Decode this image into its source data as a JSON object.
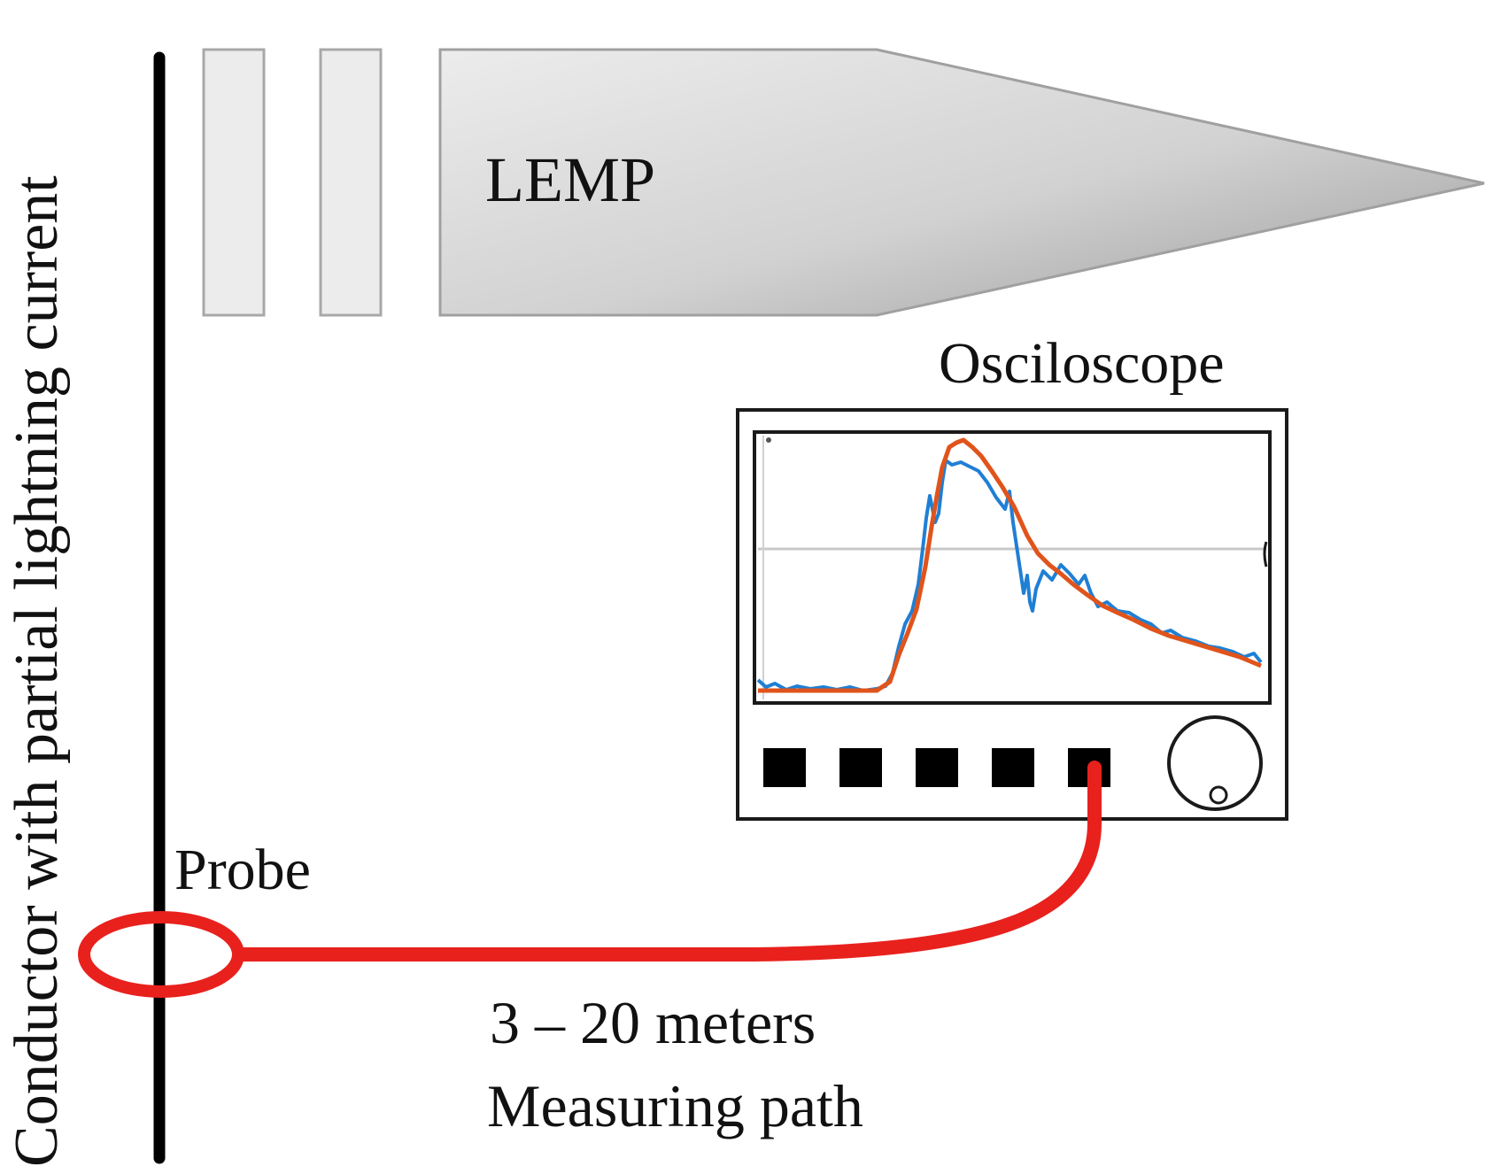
{
  "labels": {
    "conductor": "Conductor with partial lightning current",
    "lemp": "LEMP",
    "oscilloscope": "Osciloscope",
    "probe": "Probe",
    "distance": "3 – 20 meters",
    "path": "Measuring path"
  },
  "colors": {
    "conductor": "#000000",
    "cable": "#e8211d",
    "trace_measured": "#1f7fd4",
    "trace_reference": "#e0541c",
    "lemp_light": "#e6e6e6",
    "lemp_dark": "#9c9c9c"
  },
  "scope": {
    "buttons": 5,
    "has_knob": true
  }
}
